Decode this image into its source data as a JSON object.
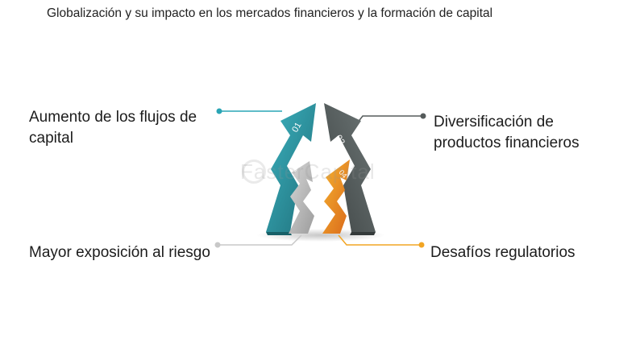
{
  "title": "Globalización y su impacto en los mercados financieros y la formación de capital",
  "items": [
    {
      "number": "01",
      "label": "Aumento de los flujos de capital",
      "color": "#2b8a96"
    },
    {
      "number": "02",
      "label": "Diversificación de productos financieros",
      "color": "#5f6666"
    },
    {
      "number": "03",
      "label": "Mayor exposición al riesgo",
      "color": "#b5b5b5"
    },
    {
      "number": "04",
      "label": "Desafíos regulatorios",
      "color": "#e8821a"
    }
  ],
  "watermark": "FasterCapital",
  "connector_colors": {
    "teal": "#2aa5b5",
    "gray": "#555b5b",
    "light": "#c8c8c8",
    "orange": "#f2a524"
  }
}
